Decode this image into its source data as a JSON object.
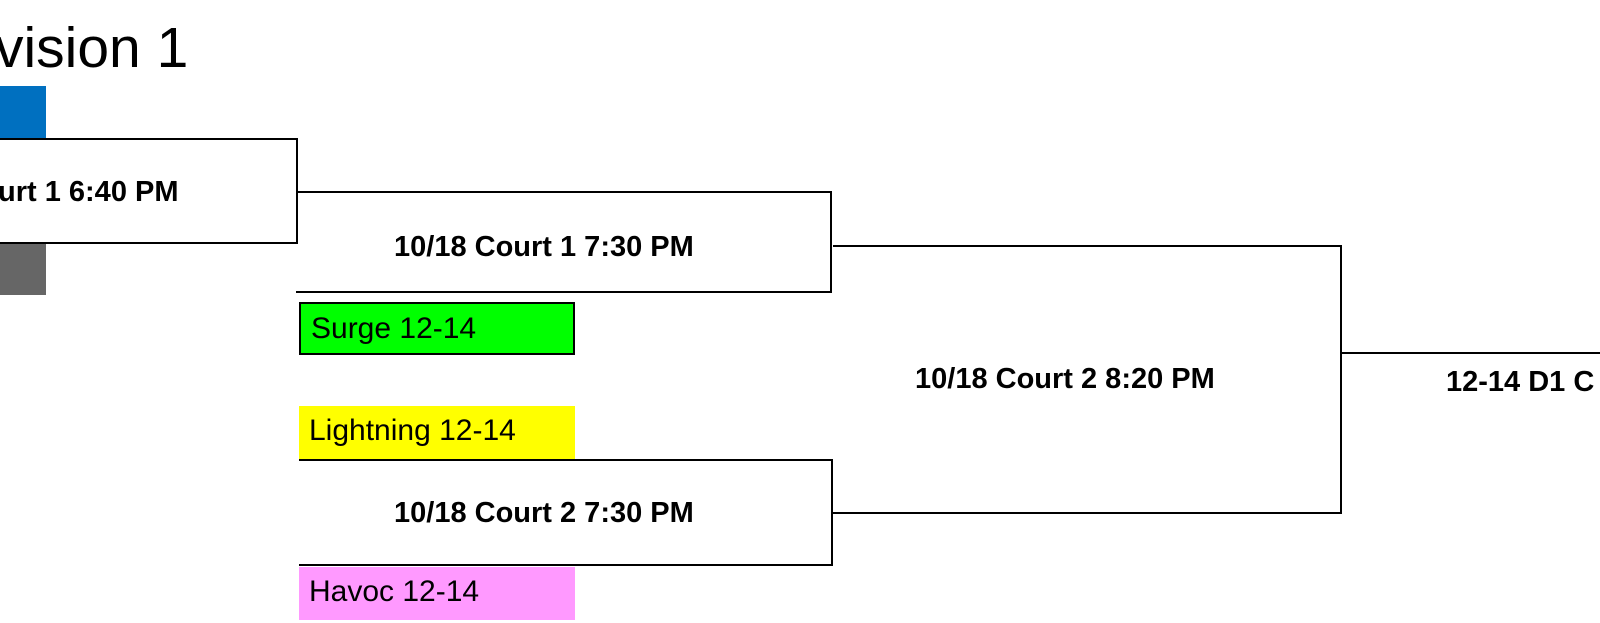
{
  "title": "vision 1",
  "teams": {
    "surge": {
      "name": "Surge 12-14",
      "color": "#00ff00"
    },
    "lightning": {
      "name": "Lightning 12-14",
      "color": "#ffff00"
    },
    "havoc": {
      "name": "Havoc 12-14",
      "color": "#ff99ff"
    },
    "top_left_team": {
      "name": "",
      "color": "#0070c0"
    },
    "bottom_left_team": {
      "name": "",
      "color": "#666666"
    }
  },
  "matches": {
    "game_1": "urt 1 6:40 PM",
    "semifinal_1": "10/18 Court 1 7:30 PM",
    "semifinal_2": "10/18 Court 2 7:30 PM",
    "final": "10/18 Court 2 8:20 PM"
  },
  "champion_label": "12-14 D1 C"
}
